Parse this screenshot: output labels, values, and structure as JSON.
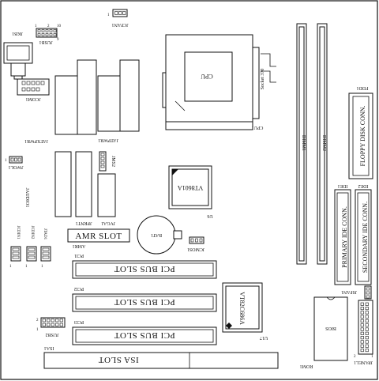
{
  "board": {
    "labels": {
      "jfan1": "JCFAN1",
      "jfan1_pin": "1",
      "jusb1": "JUSB1",
      "jusb1_pin1": "1",
      "jusb1_pin2": "2",
      "jusb1_pin9": "9",
      "jusb1_pin10": "10",
      "jkb1": "JKB1",
      "jcom1": "JCOM1",
      "jatxpwr1": "JATXPWR1",
      "jatpwr1": "JATPWR1",
      "jwol1": "JWOL1",
      "jwol1_pin": "1",
      "jvga1": "JVGA1",
      "jprnt1": "JPRNT1",
      "jaudio1": "JAUDIO1",
      "jms2": "JMS2",
      "cpu_chip": "CPU",
      "cpu_socket": "Socket 370",
      "cpu1": "CPU1",
      "dimm1": "DIMM1",
      "dimm2": "DIMM2",
      "fdd1": "FDD1",
      "floppy": "FLOPPY DISK CONN.",
      "ide1": "IDE1",
      "ide2": "IDE2",
      "primary_ide": "PRIMARY IDE CONN.",
      "secondary_ide": "SECONDARY IDE CONN.",
      "vt8601a": "VT8601A",
      "u6": "U6",
      "amr_slot": "AMR SLOT",
      "amr1": "AMR1",
      "bat1": "BAT1",
      "jcmos1": "JCMOS1",
      "jcdin1": "JCDIN1",
      "jcdin2": "JCDIN2",
      "jtad1": "JTAD1",
      "pin1_a": "1",
      "pin1_b": "1",
      "pin1_c": "1",
      "pci1": "PCI1",
      "pci1_slot": "PCI BUS SLOT",
      "pci2": "PCI2",
      "pci2_slot": "PCI BUS SLOT",
      "pci3": "PCI3",
      "pci3_slot": "PCI BUS SLOT",
      "vt82c686a": "VT82C686A",
      "u17": "U17",
      "jsfan1": "JSFAN1",
      "bios": "BIOS",
      "rom1": "ROM1",
      "jpanel1": "JPANEL1",
      "jpanel_pin1": "1",
      "jpanel_pin2": "2",
      "jusb2": "JUSB2",
      "jusb2_pin1": "1",
      "jusb2_pin2": "2",
      "isa_slot": "ISA SLOT",
      "isa1": "ISA1"
    }
  }
}
